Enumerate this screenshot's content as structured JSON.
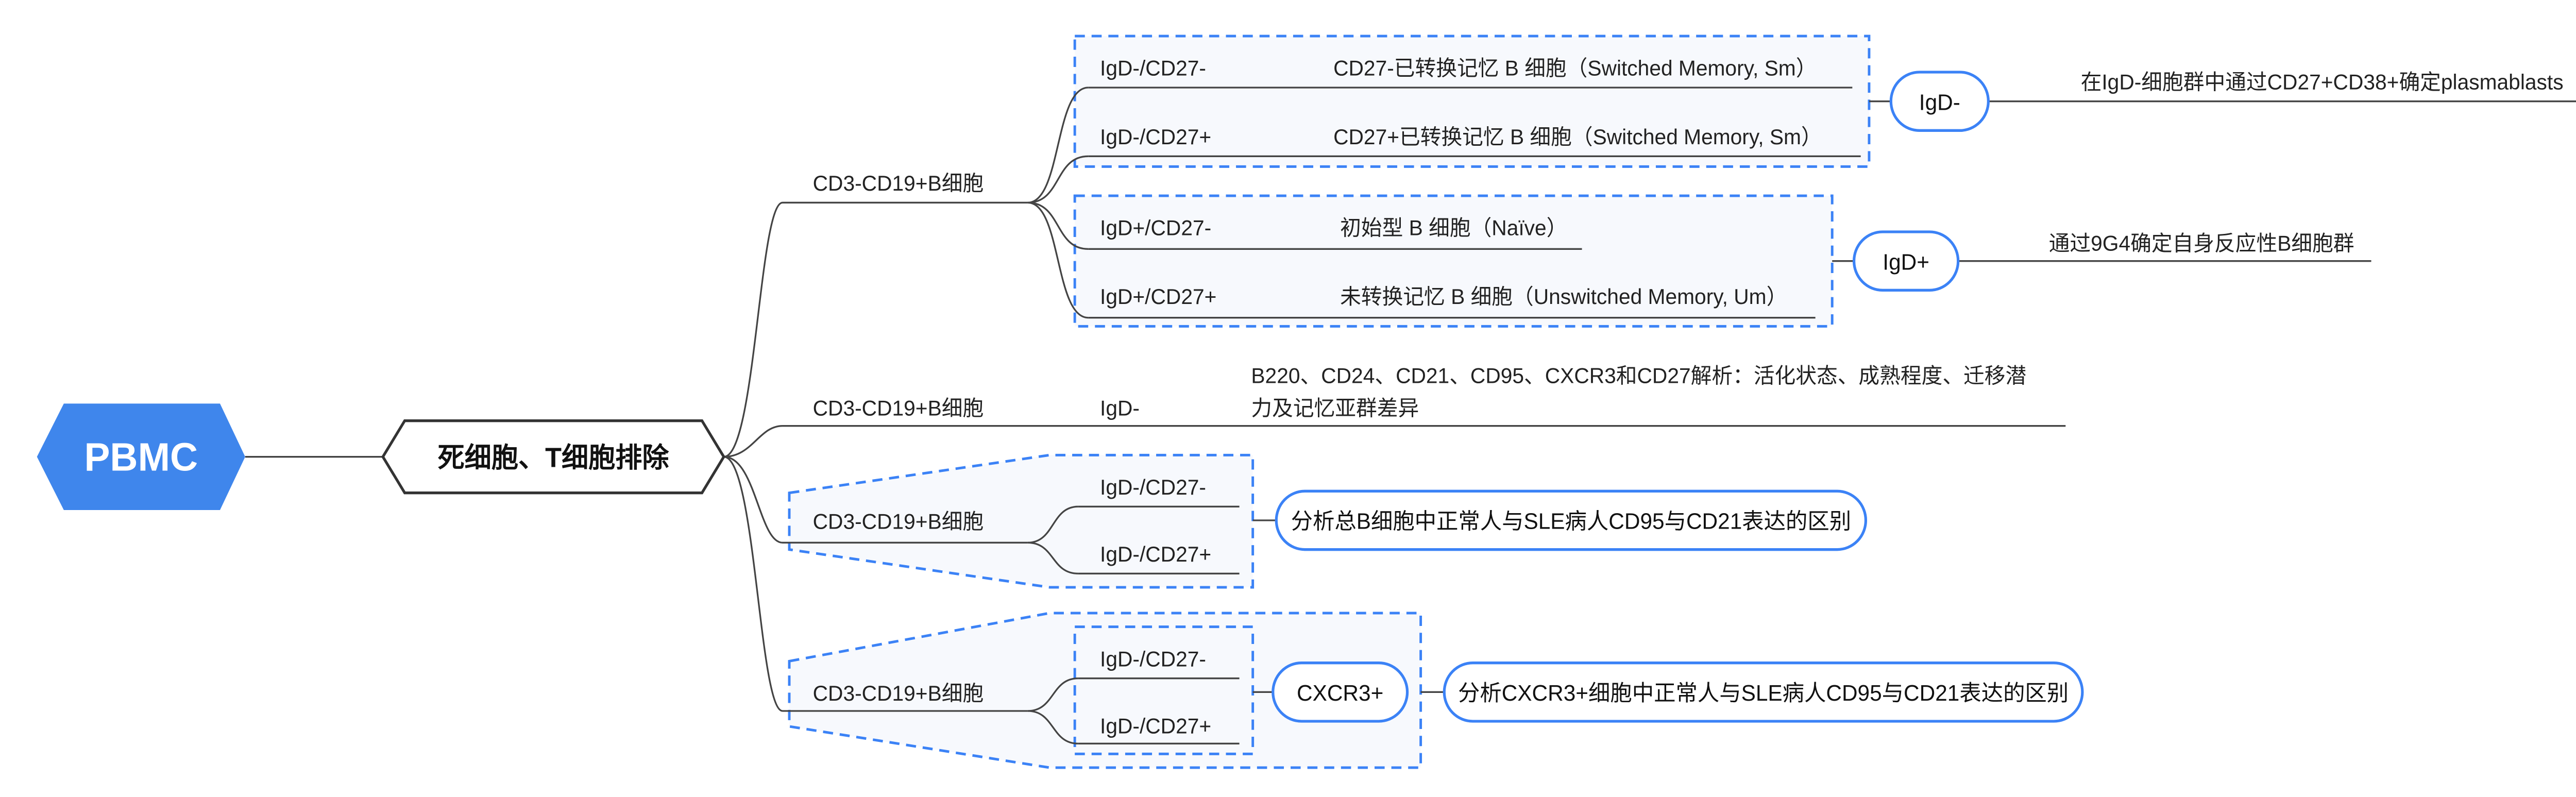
{
  "root": {
    "label": "PBMC",
    "color": "#3f86ec"
  },
  "main": {
    "label": "死细胞、T细胞排除"
  },
  "branch1": {
    "label": "CD3-CD19+B细胞",
    "group_a": {
      "rows": [
        {
          "code": "IgD-/CD27-",
          "desc": "CD27-已转换记忆 B 细胞（Switched Memory, Sm）"
        },
        {
          "code": "IgD-/CD27+",
          "desc": "CD27+已转换记忆 B 细胞（Switched Memory, Sm）"
        }
      ],
      "tag": "IgD-",
      "note": "在IgD-细胞群中通过CD27+CD38+确定plasmablasts"
    },
    "group_b": {
      "rows": [
        {
          "code": "IgD+/CD27-",
          "desc": "初始型 B 细胞（Naïve）"
        },
        {
          "code": "IgD+/CD27+",
          "desc": "未转换记忆 B 细胞（Unswitched Memory, Um）"
        }
      ],
      "tag": "IgD+",
      "note": "通过9G4确定自身反应性B细胞群"
    }
  },
  "branch2": {
    "label": "CD3-CD19+B细胞",
    "code": "IgD-",
    "note_line1": "B220、CD24、CD21、CD95、CXCR3和CD27解析：活化状态、成熟程度、迁移潜",
    "note_line2": "力及记忆亚群差异"
  },
  "branch3": {
    "label": "CD3-CD19+B细胞",
    "rows": [
      "IgD-/CD27-",
      "IgD-/CD27+"
    ],
    "note": "分析总B细胞中正常人与SLE病人CD95与CD21表达的区别"
  },
  "branch4": {
    "label": "CD3-CD19+B细胞",
    "rows": [
      "IgD-/CD27-",
      "IgD-/CD27+"
    ],
    "tag": "CXCR3+",
    "note": "分析CXCR3+细胞中正常人与SLE病人CD95与CD21表达的区别"
  }
}
